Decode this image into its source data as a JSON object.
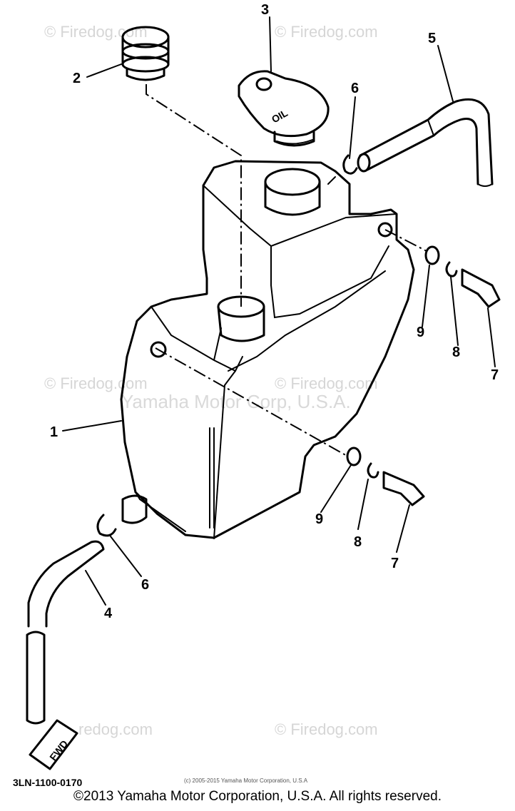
{
  "diagram": {
    "callouts": {
      "c1": "1",
      "c2": "2",
      "c3": "3",
      "c4": "4",
      "c5": "5",
      "c6a": "6",
      "c6b": "6",
      "c7a": "7",
      "c7b": "7",
      "c8a": "8",
      "c8b": "8",
      "c9a": "9",
      "c9b": "9"
    },
    "drawing_code": "3LN-1100-0170",
    "fwd_label": "FWD",
    "cap_text": "OIL"
  },
  "watermarks": {
    "firedog": "© Firedog.com",
    "firedog_partial": "redog.com",
    "yamaha": "Yamaha Motor Corp, U.S.A.",
    "small_line": "(c) 2005-2015 Yamaha Motor Corporation, U.S.A"
  },
  "footer": {
    "copyright": "©2013 Yamaha Motor Corporation, U.S.A. All rights reserved."
  }
}
